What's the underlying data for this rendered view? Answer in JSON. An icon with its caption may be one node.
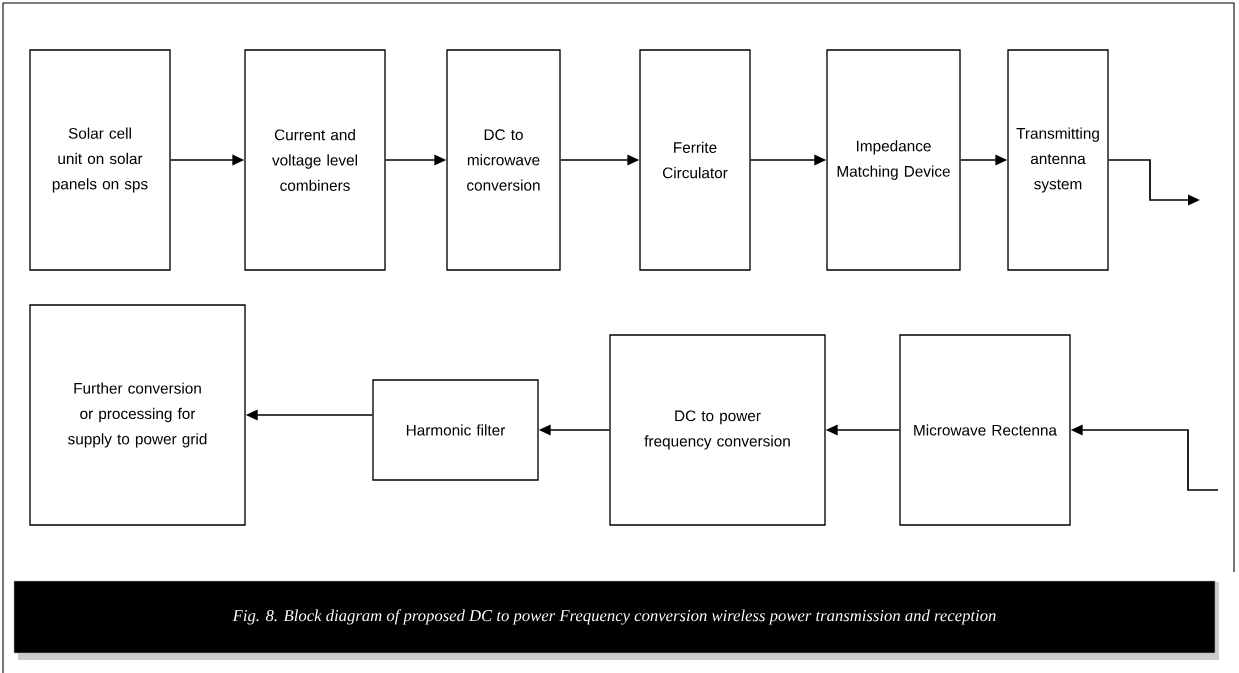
{
  "diagram": {
    "caption": "Fig. 8. Block diagram of proposed DC to power Frequency conversion wireless power transmission and reception",
    "nodes": [
      {
        "text": [
          "Solar cell unit on solar panels on sps"
        ]
      },
      {
        "text": [
          "Current and voltage level combiners"
        ]
      },
      {
        "text": [
          "DC to microwave conversion"
        ]
      },
      {
        "text": [
          "Ferrite Circulator"
        ]
      },
      {
        "text": [
          "Impedance Matching Device"
        ]
      },
      {
        "text": [
          "Transmitting antenna system"
        ]
      },
      {
        "text": [
          "Further conversion or processing for supply to power grid"
        ]
      },
      {
        "text": [
          "Harmonic filter"
        ]
      },
      {
        "text": [
          "DC to power frequency conversion"
        ]
      },
      {
        "text": [
          "Microwave Rectenna"
        ]
      }
    ],
    "edges": [
      {
        "from": 0,
        "to": 1,
        "arrow": "to"
      },
      {
        "from": 1,
        "to": 2,
        "arrow": "to"
      },
      {
        "from": 2,
        "to": 3,
        "arrow": "to"
      },
      {
        "from": 3,
        "to": 4,
        "arrow": "to"
      },
      {
        "from": 4,
        "to": 5,
        "arrow": "to"
      },
      {
        "from": 5,
        "to": null,
        "arrow": "to"
      },
      {
        "from": null,
        "to": 9,
        "arrow": "to"
      },
      {
        "from": 9,
        "to": 8,
        "arrow": "to"
      },
      {
        "from": 8,
        "to": 7,
        "arrow": "to"
      },
      {
        "from": 7,
        "to": 6,
        "arrow": "to"
      }
    ]
  }
}
